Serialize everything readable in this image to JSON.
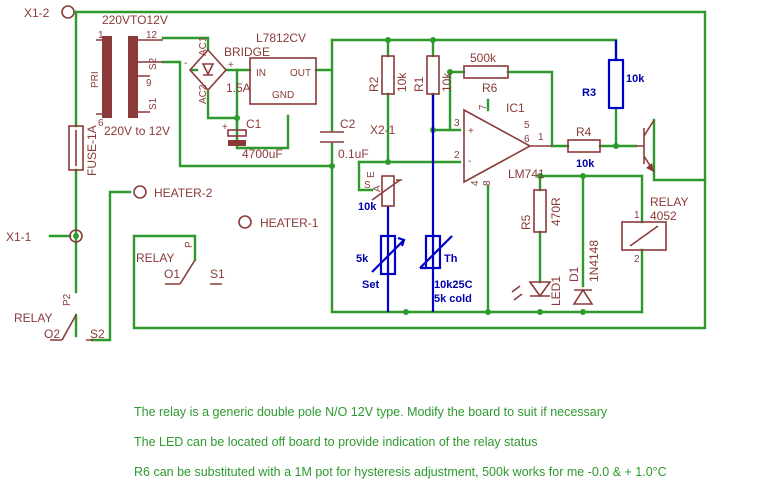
{
  "connectors": {
    "x1_2": "X1-2",
    "x1_1": "X1-1",
    "heater_2": "HEATER-2",
    "heater_1": "HEATER-1"
  },
  "transformer": {
    "label": "220VTO12V",
    "voltage": "220V to 12V",
    "pri": "PRI",
    "s1": "S1",
    "s2": "S2",
    "pin1": "1",
    "pin12": "12",
    "pin9": "9",
    "pin6": "6"
  },
  "fuse": {
    "label": "FUSE-1A"
  },
  "bridge": {
    "label": "BRIDGE",
    "rating": "1.5A",
    "ac1": "AC1",
    "ac2": "AC2",
    "plus": "+",
    "minus": "-"
  },
  "regulator": {
    "label": "L7812CV",
    "in": "IN",
    "out": "OUT",
    "gnd": "GND"
  },
  "c1": {
    "name": "C1",
    "value": "4700uF",
    "plus": "+"
  },
  "c2": {
    "name": "C2",
    "value": "0.1uF"
  },
  "r2": {
    "name": "R2",
    "value": "10k"
  },
  "r1": {
    "name": "R1",
    "value": "10k"
  },
  "r6": {
    "name": "R6",
    "value": "500k"
  },
  "x2": {
    "label": "X2-1"
  },
  "pot_set": {
    "s": "S",
    "a": "A",
    "e": "E",
    "value": "10k",
    "sval": "5k",
    "name": "Set"
  },
  "thermistor": {
    "name": "Th",
    "spec1": "10k25C",
    "spec2": "5k cold"
  },
  "ic1": {
    "name": "IC1",
    "part": "LM741",
    "pin7": "7",
    "pin3": "3",
    "pin2": "2",
    "pin4": "4",
    "pin8": "8",
    "pin5": "5",
    "pin1": "1",
    "pin6": "6",
    "plus": "+",
    "minus": "-"
  },
  "r3": {
    "name": "R3",
    "value": "10k"
  },
  "r4": {
    "name": "R4",
    "value": "10k"
  },
  "r5": {
    "name": "R5",
    "value": "470R"
  },
  "led1": {
    "name": "LED1"
  },
  "d1": {
    "name": "D1",
    "part": "1N4148"
  },
  "relay_coil": {
    "name": "RELAY",
    "part": "4052",
    "pin1": "1",
    "pin2": "2"
  },
  "relay_sw1": {
    "name": "RELAY",
    "p": "P",
    "o": "O1",
    "s": "S1"
  },
  "relay_sw2": {
    "name": "RELAY",
    "p": "P2",
    "o": "O2",
    "s": "S2"
  },
  "notes": [
    "The relay is a generic double pole N/O 12V type. Modify the board to suit if necessary",
    "The LED can be located off board to provide indication of the relay status",
    "R6 can be substituted with a 1M pot for hysteresis adjustment, 500k works for me -0.0 & + 1.0°C"
  ]
}
